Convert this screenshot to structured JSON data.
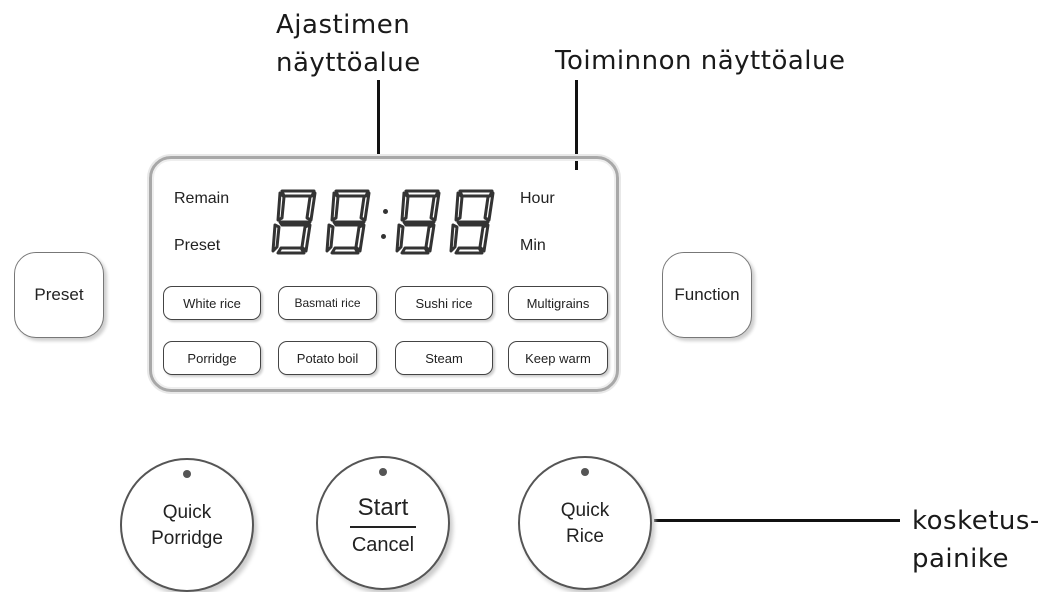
{
  "callouts": {
    "timer_line1": "Ajastimen",
    "timer_line2": "näyttöalue",
    "function": "Toiminnon näyttöalue",
    "touch_line1": "kosketus-",
    "touch_line2": "painike"
  },
  "display": {
    "remain": "Remain",
    "preset": "Preset",
    "hour": "Hour",
    "min": "Min",
    "digits": [
      "8",
      "8",
      "8",
      "8"
    ]
  },
  "modes": {
    "row1": [
      "White rice",
      "Basmati rice",
      "Sushi rice",
      "Multigrains"
    ],
    "row2": [
      "Porridge",
      "Potato boil",
      "Steam",
      "Keep warm"
    ]
  },
  "side_buttons": {
    "preset": "Preset",
    "function": "Function"
  },
  "round_buttons": {
    "quick_porridge": [
      "Quick",
      "Porridge"
    ],
    "start": "Start",
    "cancel": "Cancel",
    "quick_rice": [
      "Quick",
      "Rice"
    ]
  }
}
